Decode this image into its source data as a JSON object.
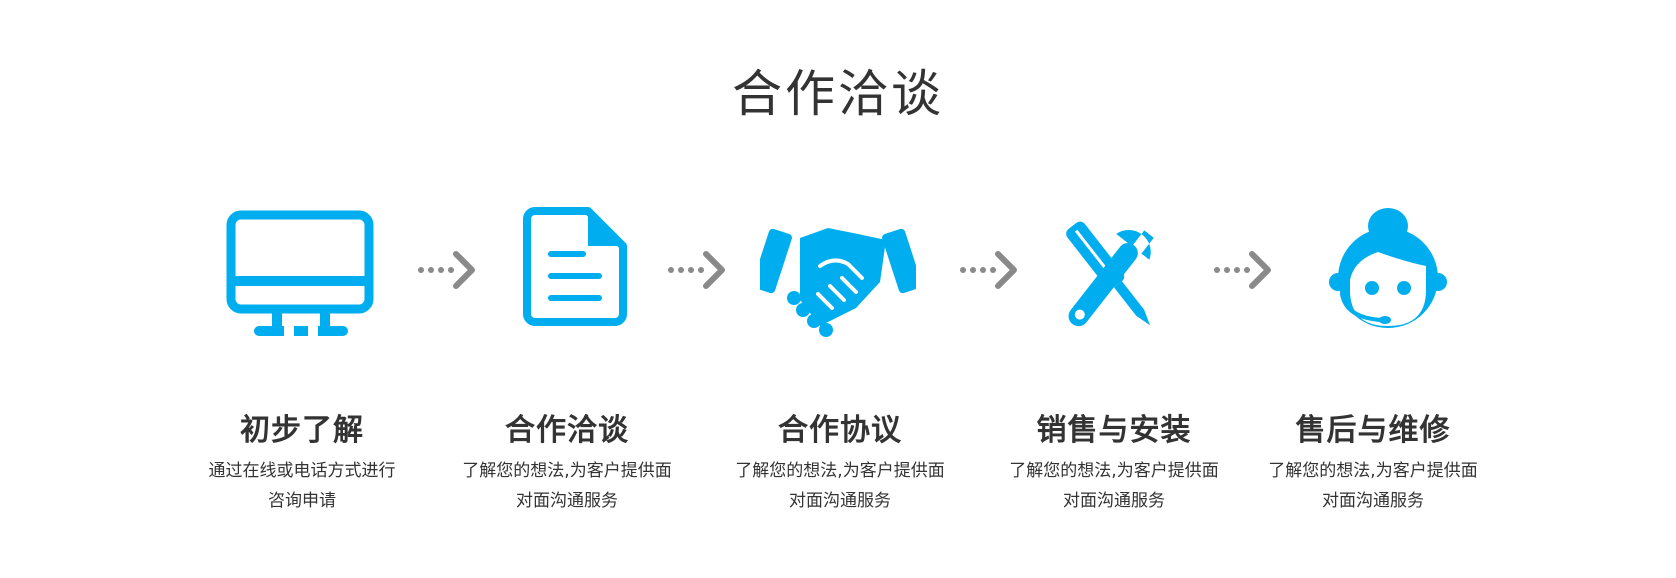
{
  "page": {
    "title": "合作洽谈"
  },
  "colors": {
    "accent": "#00aeef",
    "arrow": "#8a8a8a",
    "text": "#333333"
  },
  "steps": [
    {
      "icon": "monitor-icon",
      "title": "初步了解",
      "desc_line1": "通过在线或电话方式进行",
      "desc_line2": "咨询申请"
    },
    {
      "icon": "document-icon",
      "title": "合作洽谈",
      "desc_line1": "了解您的想法,为客户提供面",
      "desc_line2": "对面沟通服务"
    },
    {
      "icon": "handshake-icon",
      "title": "合作协议",
      "desc_line1": "了解您的想法,为客户提供面",
      "desc_line2": "对面沟通服务"
    },
    {
      "icon": "tools-icon",
      "title": "销售与安装",
      "desc_line1": "了解您的想法,为客户提供面",
      "desc_line2": "对面沟通服务"
    },
    {
      "icon": "customer-service-icon",
      "title": "售后与维修",
      "desc_line1": "了解您的想法,为客户提供面",
      "desc_line2": "对面沟通服务"
    }
  ]
}
